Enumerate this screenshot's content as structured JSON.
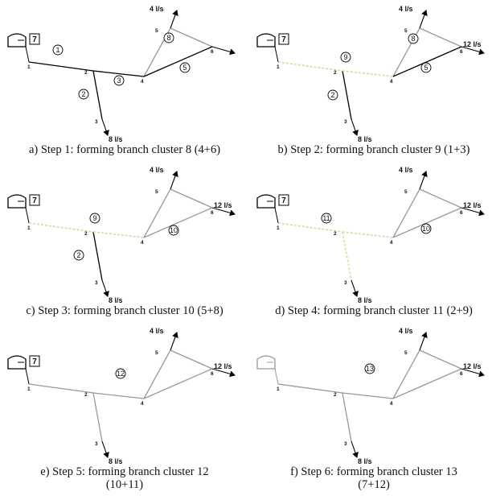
{
  "panels": [
    {
      "caption": [
        "a) Step 1: forming branch cluster 8 (4+6)"
      ],
      "node_labels": [
        "1",
        "2",
        "3",
        "4",
        "5",
        "6"
      ],
      "source_label": "7",
      "circle_labels": [
        "1",
        "2",
        "3",
        "8",
        "5"
      ],
      "flow_labels": [
        "4 l/s",
        "8 l/s"
      ],
      "pipe_colors": [
        "#000000",
        "#000000",
        "#000000",
        "#999999",
        "#999999",
        "#000000"
      ],
      "tank_color": "#000000"
    },
    {
      "caption": [
        "b) Step 2: forming branch cluster 9 (1+3)"
      ],
      "node_labels": [
        "1",
        "2",
        "3",
        "4",
        "5",
        "6"
      ],
      "source_label": "7",
      "circle_labels": [
        "9",
        "2",
        "8",
        "5"
      ],
      "flow_labels": [
        "4 l/s",
        "12 l/s",
        "8 l/s"
      ],
      "pipe_colors": [
        "#d9d9a6",
        "#000000",
        "#d9d9a6",
        "#999999",
        "#999999",
        "#000000"
      ],
      "tank_color": "#000000"
    },
    {
      "caption": [
        "c) Step 3: forming branch cluster 10 (5+8)"
      ],
      "node_labels": [
        "1",
        "2",
        "3",
        "4",
        "5",
        "6"
      ],
      "source_label": "7",
      "circle_labels": [
        "9",
        "2",
        "10"
      ],
      "flow_labels": [
        "4 l/s",
        "12 l/s",
        "8 l/s"
      ],
      "pipe_colors": [
        "#d9d9a6",
        "#000000",
        "#d9d9a6",
        "#999999",
        "#999999",
        "#999999"
      ],
      "tank_color": "#000000"
    },
    {
      "caption": [
        "d) Step 4: forming branch cluster 11 (2+9)"
      ],
      "node_labels": [
        "1",
        "2",
        "3",
        "4",
        "5",
        "6"
      ],
      "source_label": "7",
      "circle_labels": [
        "11",
        "10"
      ],
      "flow_labels": [
        "4 l/s",
        "12 l/s",
        "8 l/s"
      ],
      "pipe_colors": [
        "#d9d9a6",
        "#d9d9a6",
        "#d9d9a6",
        "#999999",
        "#999999",
        "#999999"
      ],
      "tank_color": "#000000"
    },
    {
      "caption": [
        "e) Step 5: forming branch cluster 12",
        "(10+11)"
      ],
      "node_labels": [
        "1",
        "2",
        "3",
        "4",
        "5",
        "6"
      ],
      "source_label": "7",
      "circle_labels": [
        "12"
      ],
      "flow_labels": [
        "4 l/s",
        "12 l/s",
        "8 l/s"
      ],
      "pipe_colors": [
        "#999999",
        "#999999",
        "#999999",
        "#999999",
        "#999999",
        "#999999"
      ],
      "tank_color": "#000000"
    },
    {
      "caption": [
        "f) Step 6: forming branch cluster 13",
        "(7+12)"
      ],
      "node_labels": [
        "1",
        "2",
        "3",
        "4",
        "5",
        "6"
      ],
      "source_label": "",
      "circle_labels": [
        "13"
      ],
      "flow_labels": [
        "4 l/s",
        "12 l/s",
        "8 l/s"
      ],
      "pipe_colors": [
        "#999999",
        "#999999",
        "#999999",
        "#999999",
        "#999999",
        "#999999"
      ],
      "tank_color": "#999999"
    }
  ],
  "colors": {
    "black": "#000000",
    "merged_dashed": "#d9d9a6",
    "cluster_gray": "#999999"
  }
}
